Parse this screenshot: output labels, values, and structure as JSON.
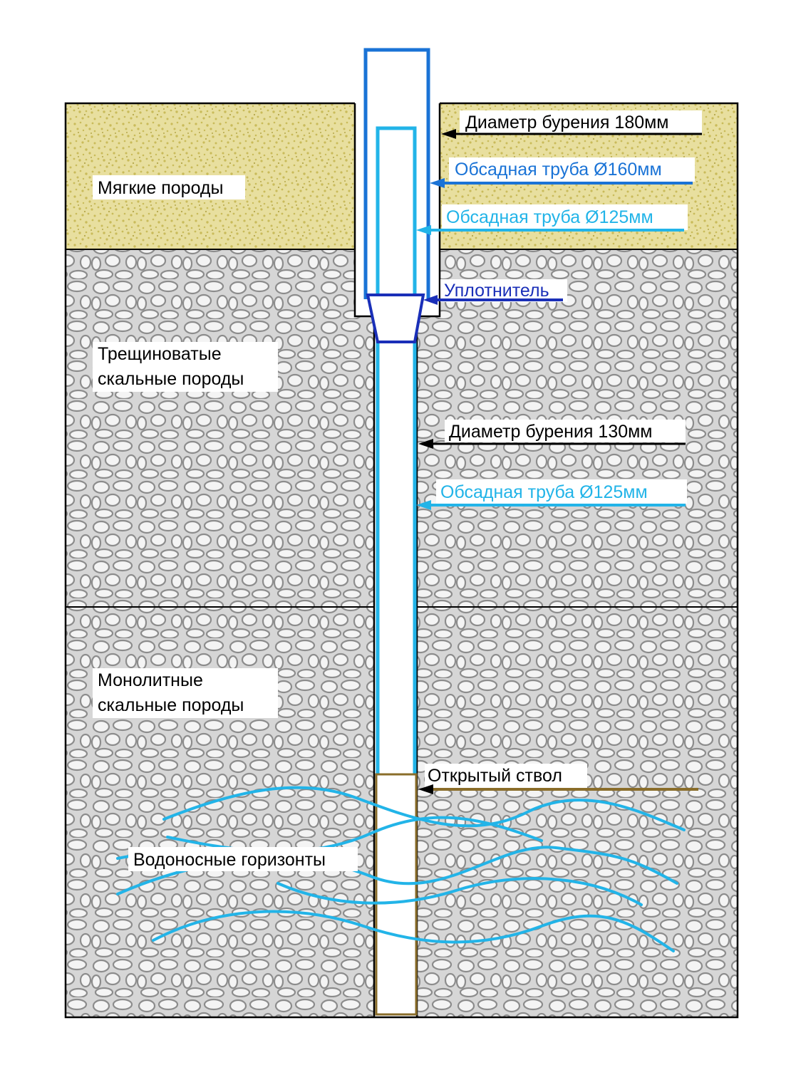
{
  "layers": {
    "soft": "Мягкие породы",
    "fractured_line1": "Трещиноватые",
    "fractured_line2": "скальные  породы",
    "monolithic_line1": "Монолитные",
    "monolithic_line2": "скальные  породы",
    "aquifers": "Водоносные горизонты"
  },
  "callouts": {
    "drill_180": "Диаметр бурения 180мм",
    "casing_160": "Обсадная труба Ø160мм",
    "casing_125_top": "Обсадная труба Ø125мм",
    "seal": "Уплотнитель",
    "drill_130": "Диаметр бурения 130мм",
    "casing_125_mid": "Обсадная труба Ø125мм",
    "open_hole": "Открытый ствол"
  },
  "colors": {
    "soil_fill": "#e8df9f",
    "soil_dots": "#c9bb5a",
    "rock_fill": "#d9d9d9",
    "rock_stones": "#f4f4f4",
    "rock_outline": "#8c8c8c",
    "casing_160": "#1a73d6",
    "casing_125": "#22b4e8",
    "seal": "#1a2fb8",
    "open_hole": "#8a6d2a",
    "water": "#22b4e8",
    "outline": "#000000"
  }
}
